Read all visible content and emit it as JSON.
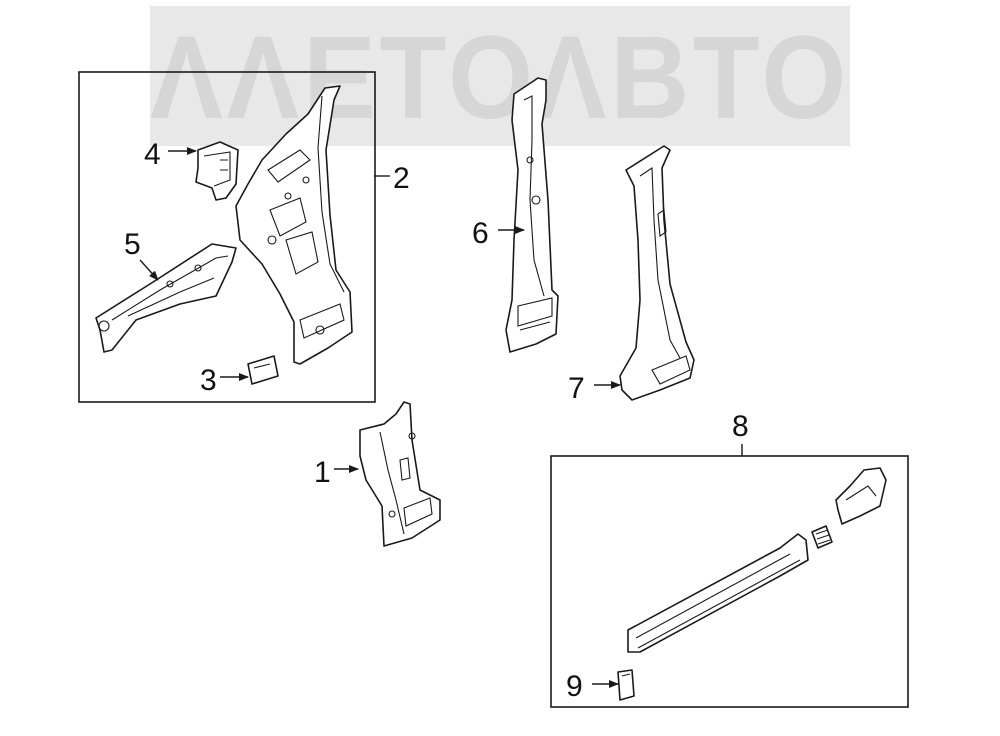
{
  "watermark": {
    "text": "ΛΛΕΤΟΛΒΤΟ"
  },
  "callouts": {
    "c1": "1",
    "c2": "2",
    "c3": "3",
    "c4": "4",
    "c5": "5",
    "c6": "6",
    "c7": "7",
    "c8": "8",
    "c9": "9"
  }
}
